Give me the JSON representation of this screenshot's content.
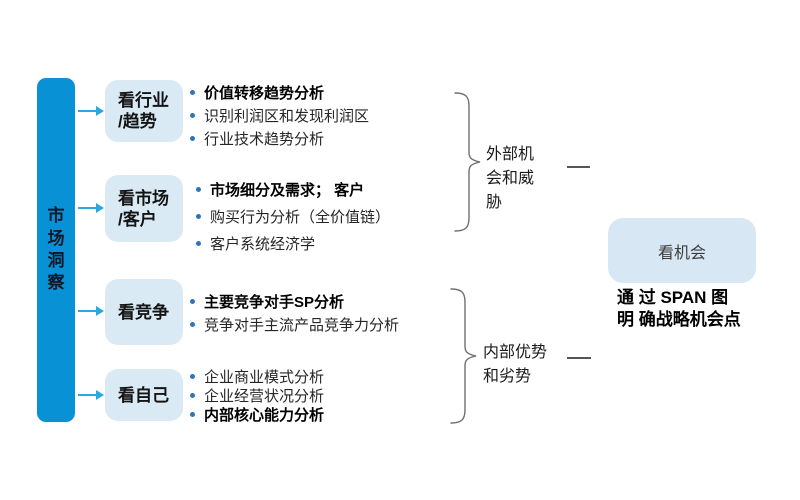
{
  "bar": {
    "label": "市场洞察"
  },
  "categories": [
    {
      "label": "看行业\n/趋势"
    },
    {
      "label": "看市场\n/客户"
    },
    {
      "label": "看竞争"
    },
    {
      "label": "看自己"
    }
  ],
  "groups": [
    {
      "items": [
        {
          "text": "价值转移趋势分析",
          "bold": true
        },
        {
          "text": "识别利润区和发现利润区",
          "bold": false
        },
        {
          "text": "行业技术趋势分析",
          "bold": false
        }
      ]
    },
    {
      "items": [
        {
          "text": "市场细分及需求； 客户",
          "bold": true
        },
        {
          "text": "购买行为分析（全价值链）",
          "bold": false
        },
        {
          "text": "客户系统经济学",
          "bold": false
        }
      ]
    },
    {
      "items": [
        {
          "text": "主要竞争对手SP分析",
          "bold": true
        },
        {
          "text": "竞争对手主流产品竞争力分析",
          "bold": false
        }
      ]
    },
    {
      "items": [
        {
          "text": "企业商业模式分析",
          "bold": false
        },
        {
          "text": "企业经营状况分析",
          "bold": false
        },
        {
          "text": "内部核心能力分析",
          "bold": true
        }
      ]
    }
  ],
  "braces": [
    {
      "label": "外部机会和威胁"
    },
    {
      "label": "内部优势和劣势"
    }
  ],
  "opportunity": {
    "box_label": "看机会",
    "note": "通 过 SPAN 图\n明 确战略机会点"
  },
  "colors": {
    "bar_blue": "#0991d6",
    "arrow_blue": "#29a8e2",
    "category_fill": "#d9eaf5",
    "bullet_blue": "#2e75b6",
    "brace_gray": "#707070",
    "body_text": "#262626"
  }
}
